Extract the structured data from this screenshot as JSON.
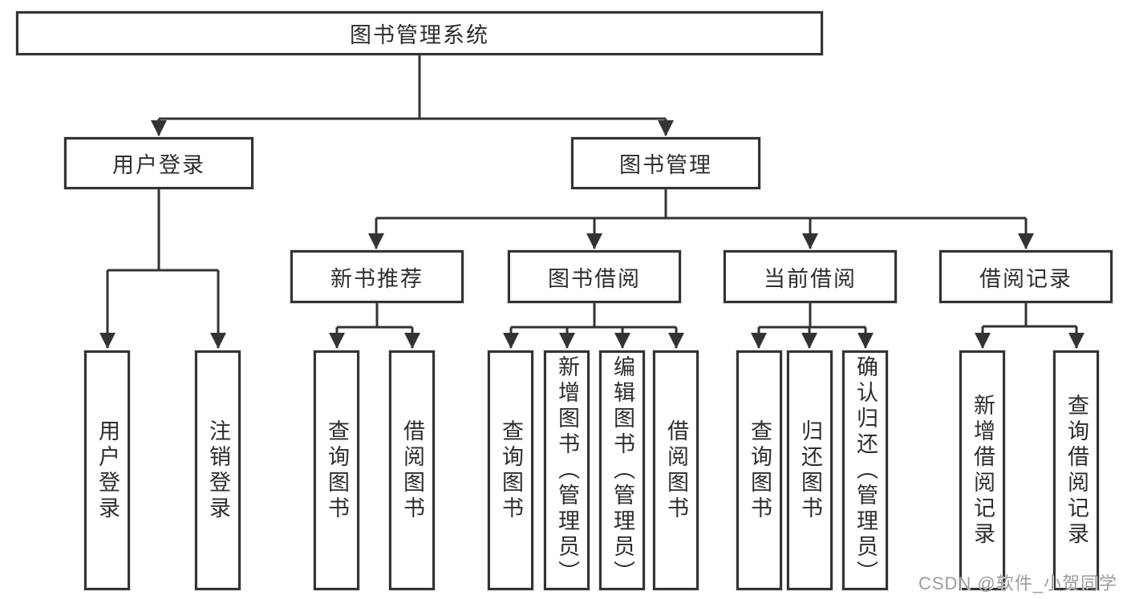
{
  "canvas": {
    "background": "#ffffff",
    "line_color": "#333333",
    "box_border_color": "#333333",
    "text_color": "#2b2d31",
    "watermark_color": "#9c9c9c"
  },
  "watermark": {
    "label": "CSDN @软件_小贺同学"
  },
  "diagram": {
    "root": "图书管理系统",
    "level2": {
      "user_login": "用户登录",
      "book_mgmt": "图书管理"
    },
    "level3": {
      "new_rec": "新书推荐",
      "book_borrow": "图书借阅",
      "current_borrow": "当前借阅",
      "borrow_records": "借阅记录"
    },
    "leaves": {
      "user_login": "用户登录",
      "logout": "注销登录",
      "query_book_rec": "查询图书",
      "borrow_book_rec": "借阅图书",
      "query_book_borrow": "查询图书",
      "add_book_admin": "新增图书（管理员）",
      "edit_book_admin": "编辑图书（管理员）",
      "borrow_book_borrow": "借阅图书",
      "query_book_current": "查询图书",
      "return_book": "归还图书",
      "confirm_return_admin": "确认归还（管理员）",
      "add_borrow_record": "新增借阅记录",
      "query_borrow_record": "查询借阅记录"
    }
  }
}
